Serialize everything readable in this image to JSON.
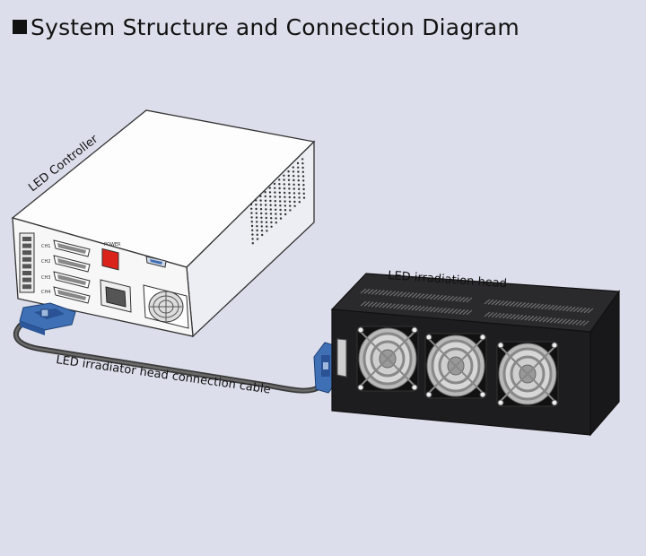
{
  "title": "System Structure and Connection Diagram",
  "labels": {
    "controller": "LED Controller",
    "head": "LED irradiation head",
    "cable": "LED irradiator head connection cable"
  },
  "colors": {
    "background": "#dcdfeb",
    "controller_body": "#fbfbfb",
    "head_body": "#1c1c1e",
    "connector_blue": "#3f6fb4",
    "power_switch": "#d9231b",
    "cable": "#4a4a4a"
  }
}
